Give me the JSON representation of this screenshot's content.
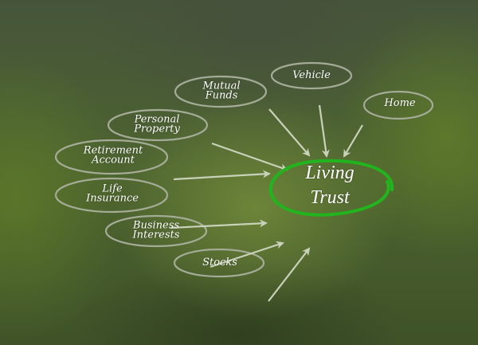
{
  "diagram": {
    "center": {
      "label_line1": "Living",
      "label_line2": "Trust",
      "ring_color": "#22b41e"
    },
    "nodes": [
      {
        "id": "vehicle",
        "line1": "Vehicle",
        "line2": ""
      },
      {
        "id": "home",
        "line1": "Home",
        "line2": ""
      },
      {
        "id": "mutual-funds",
        "line1": "Mutual",
        "line2": "Funds"
      },
      {
        "id": "personal-property",
        "line1": "Personal",
        "line2": "Property"
      },
      {
        "id": "retirement-account",
        "line1": "Retirement",
        "line2": "Account"
      },
      {
        "id": "life-insurance",
        "line1": "Life",
        "line2": "Insurance"
      },
      {
        "id": "business-interests",
        "line1": "Business",
        "line2": "Interests"
      },
      {
        "id": "stocks",
        "line1": "Stocks",
        "line2": ""
      }
    ],
    "colors": {
      "ellipse_stroke": "#a9b09c",
      "arrow": "#c9d2b8",
      "text": "#ffffff"
    }
  }
}
